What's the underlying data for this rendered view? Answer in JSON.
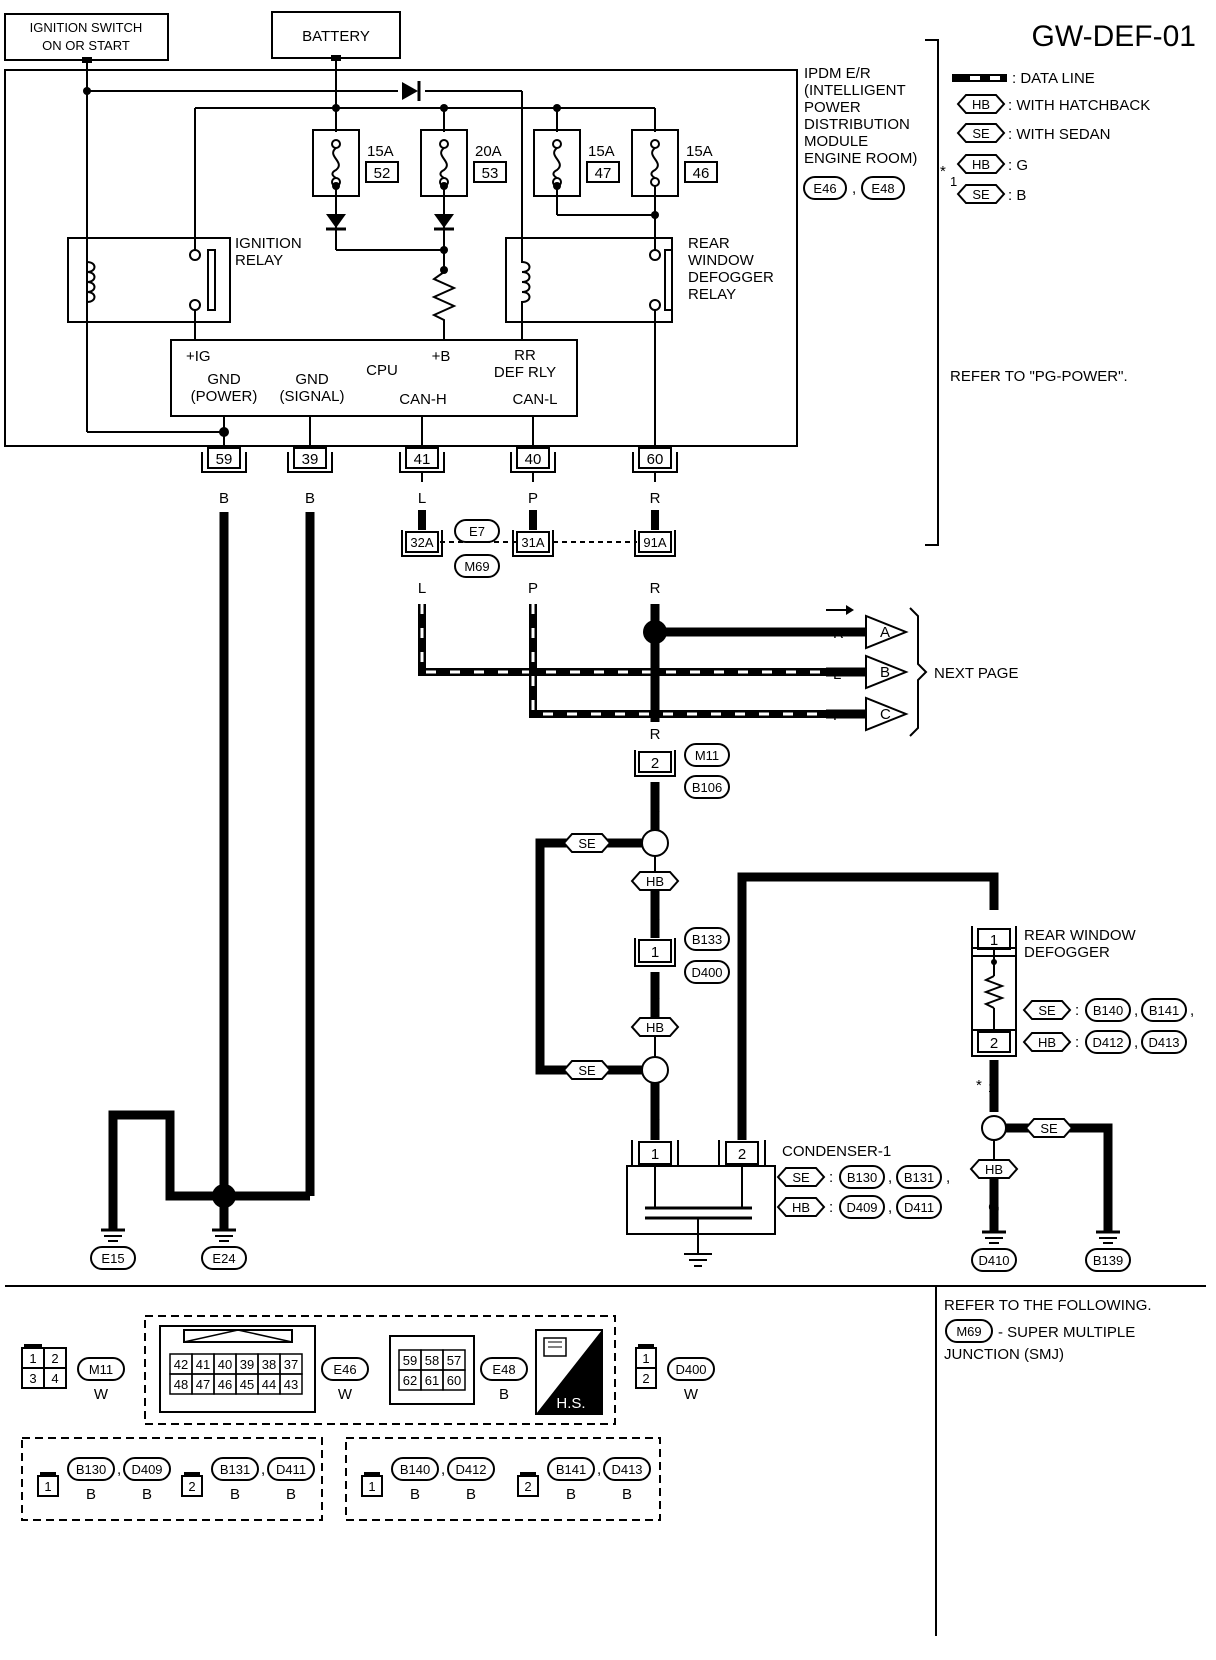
{
  "title": "GW-DEF-01",
  "top_labels": {
    "ignition_switch": [
      "IGNITION SWITCH",
      "ON OR START"
    ],
    "battery": "BATTERY"
  },
  "ipdm": {
    "name": [
      "IPDM E/R",
      "(INTELLIGENT",
      "POWER",
      "DISTRIBUTION",
      "MODULE",
      "ENGINE ROOM)"
    ],
    "connectors": [
      "E46",
      "E48"
    ],
    "fuses": [
      {
        "amp": "15A",
        "num": "52"
      },
      {
        "amp": "20A",
        "num": "53"
      },
      {
        "amp": "15A",
        "num": "47"
      },
      {
        "amp": "15A",
        "num": "46"
      }
    ],
    "ignition_relay": [
      "IGNITION",
      "RELAY"
    ],
    "rear_relay": [
      "REAR",
      "WINDOW",
      "DEFOGGER",
      "RELAY"
    ],
    "cpu_labels": {
      "ig": "+IG",
      "gnd_power": [
        "GND",
        "(POWER)"
      ],
      "gnd_signal": [
        "GND",
        "(SIGNAL)"
      ],
      "cpu": "CPU",
      "b": "+B",
      "can_h": "CAN-H",
      "rr_def": [
        "RR",
        "DEF RLY"
      ],
      "can_l": "CAN-L"
    },
    "pins": [
      "59",
      "39",
      "41",
      "40",
      "60"
    ]
  },
  "legend": {
    "data_line": ": DATA LINE",
    "hb": ": WITH HATCHBACK",
    "se": ": WITH SEDAN",
    "star": "*",
    "star_num": "1",
    "hb_g": ": G",
    "se_b": ": B",
    "refer_pg": "REFER TO \"PG-POWER\"."
  },
  "wire_colors": {
    "b": "B",
    "l": "L",
    "p": "P",
    "r": "R",
    "g": "G"
  },
  "junction": {
    "pins": [
      "32A",
      "31A",
      "91A"
    ],
    "connectors": [
      "E7",
      "M69"
    ]
  },
  "next_page": {
    "label": "NEXT PAGE",
    "letters": [
      "A",
      "B",
      "C"
    ]
  },
  "m11_connector": {
    "pin": "2",
    "connectors": [
      "M11",
      "B106"
    ]
  },
  "b133_connector": {
    "pin": "1",
    "connectors": [
      "B133",
      "D400"
    ]
  },
  "tags": {
    "se": "SE",
    "hb": "HB"
  },
  "defogger": {
    "label": [
      "REAR WINDOW",
      "DEFOGGER"
    ],
    "pins": [
      "1",
      "2"
    ],
    "se_conns": [
      "B140",
      "B141"
    ],
    "hb_conns": [
      "D412",
      "D413"
    ],
    "colon": ":",
    "comma": ","
  },
  "star_ref": {
    "star": "*",
    "num": "1"
  },
  "condenser": {
    "label": "CONDENSER-1",
    "pins": [
      "1",
      "2"
    ],
    "se_conns": [
      "B130",
      "B131"
    ],
    "hb_conns": [
      "D409",
      "D411"
    ]
  },
  "grounds": [
    "E15",
    "E24",
    "D410",
    "B139"
  ],
  "bottom": {
    "m11": {
      "cells": [
        "1",
        "2",
        "3",
        "4"
      ],
      "name": "M11",
      "color": "W"
    },
    "e46": {
      "cells": [
        "42",
        "41",
        "40",
        "39",
        "38",
        "37",
        "48",
        "47",
        "46",
        "45",
        "44",
        "43"
      ],
      "name": "E46",
      "color": "W"
    },
    "e48": {
      "cells": [
        "59",
        "58",
        "57",
        "62",
        "61",
        "60"
      ],
      "name": "E48",
      "color": "B"
    },
    "hs": "H.S.",
    "d400": {
      "cells": [
        "1",
        "2"
      ],
      "name": "D400",
      "color": "W"
    },
    "row2": [
      {
        "pin": "1",
        "a": "B130",
        "b": "D409",
        "ca": "B",
        "cb": "B"
      },
      {
        "pin": "2",
        "a": "B131",
        "b": "D411",
        "ca": "B",
        "cb": "B"
      },
      {
        "pin": "1",
        "a": "B140",
        "b": "D412",
        "ca": "B",
        "cb": "B"
      },
      {
        "pin": "2",
        "a": "B141",
        "b": "D413",
        "ca": "B",
        "cb": "B"
      }
    ],
    "refer": {
      "line1": "REFER TO THE FOLLOWING.",
      "m69": "M69",
      "line2": "- SUPER MULTIPLE",
      "line3": "JUNCTION (SMJ)"
    }
  }
}
